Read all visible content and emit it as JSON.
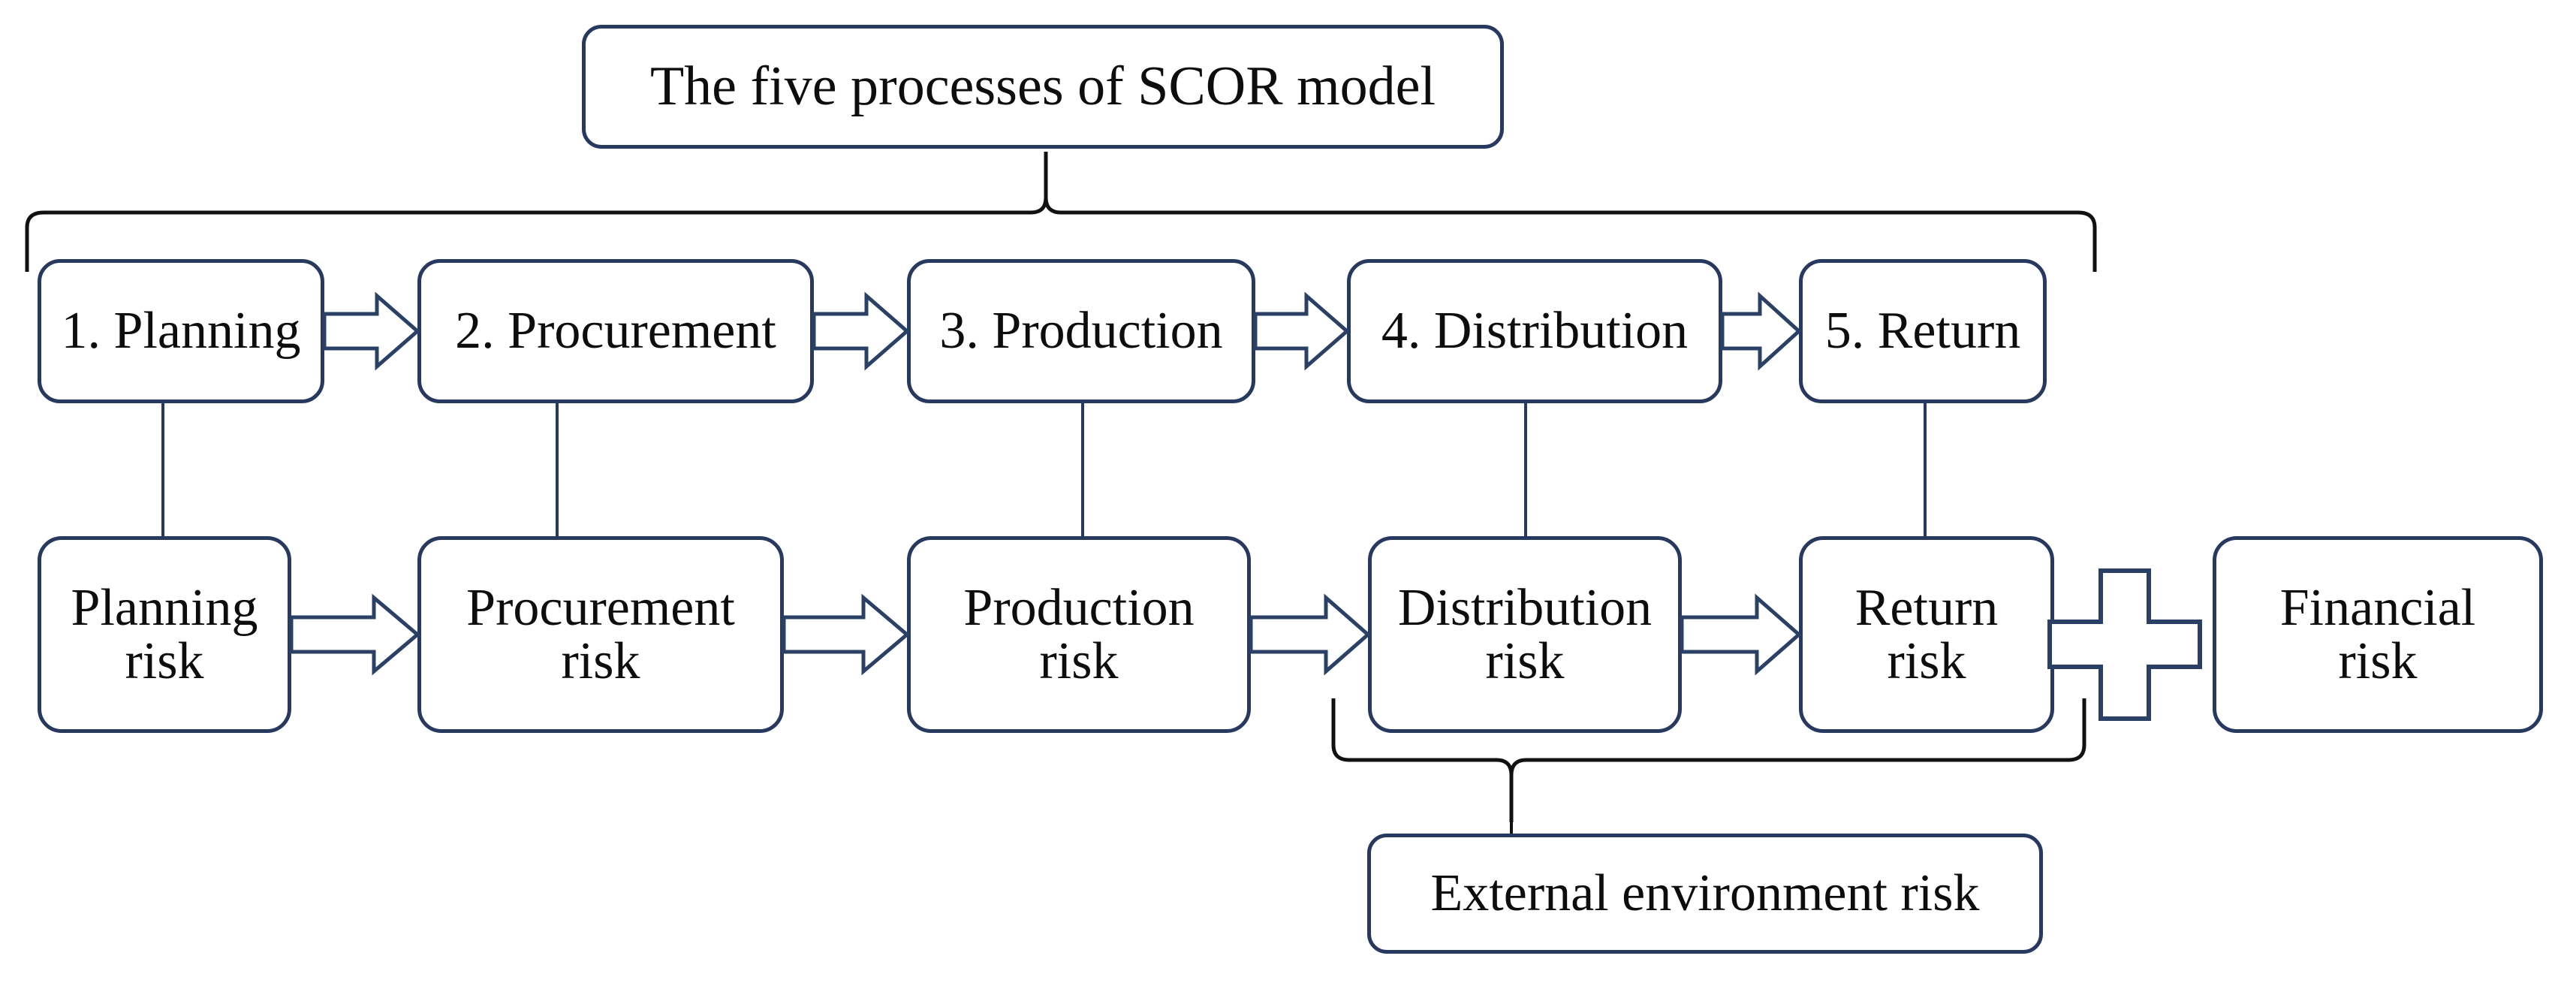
{
  "diagram": {
    "title_box": {
      "label": "The five processes of SCOR model"
    },
    "processes": [
      {
        "label": "1. Planning",
        "name": "process-planning"
      },
      {
        "label": "2. Procurement",
        "name": "process-procurement"
      },
      {
        "label": "3. Production",
        "name": "process-production"
      },
      {
        "label": "4. Distribution",
        "name": "process-distribution"
      },
      {
        "label": "5. Return",
        "name": "process-return"
      }
    ],
    "risks": [
      {
        "label": "Planning\nrisk",
        "name": "risk-planning"
      },
      {
        "label": "Procurement\nrisk",
        "name": "risk-procurement"
      },
      {
        "label": "Production\nrisk",
        "name": "risk-production"
      },
      {
        "label": "Distribution\nrisk",
        "name": "risk-distribution"
      },
      {
        "label": "Return\nrisk",
        "name": "risk-return"
      },
      {
        "label": "Financial\nrisk",
        "name": "risk-financial"
      }
    ],
    "plus_operator": {
      "symbol": "+"
    },
    "external_box": {
      "label": "External environment risk"
    },
    "braces": {
      "top_brace_target": "The five processes of SCOR model",
      "bottom_brace_target": "External environment risk"
    },
    "arrows": {
      "process_flow_count": 4,
      "risk_flow_count": 4,
      "style": "hollow-block-arrow"
    },
    "colors": {
      "box_border": "#27395e",
      "arrow_stroke": "#2b4065",
      "brace_stroke": "#111111",
      "text": "#0d0d0d",
      "background": "#ffffff"
    }
  }
}
